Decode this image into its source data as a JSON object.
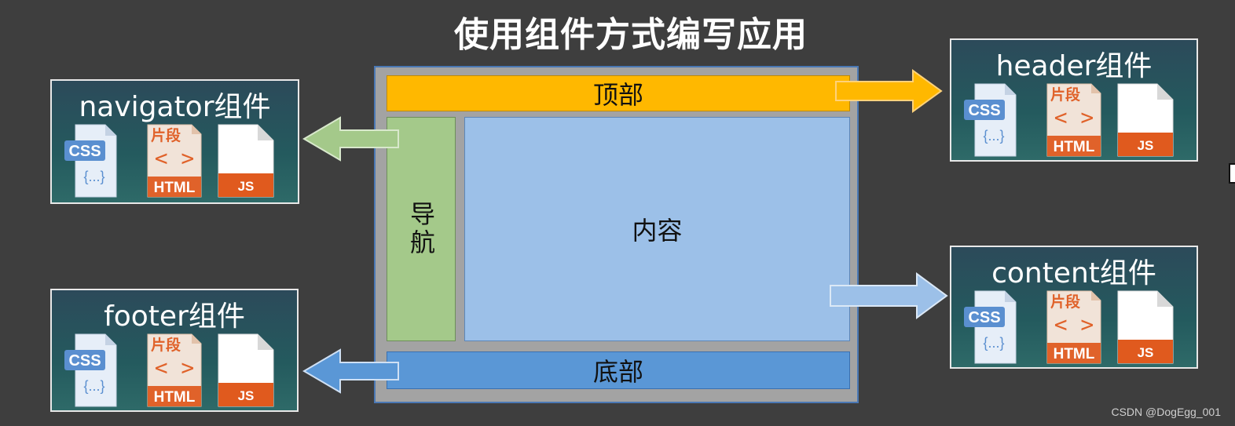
{
  "title": "使用组件方式编写应用",
  "layout": {
    "top": "顶部",
    "nav": "导航",
    "content": "内容",
    "bottom": "底部"
  },
  "cards": {
    "navigator": "navigator组件",
    "header": "header组件",
    "footer": "footer组件",
    "content": "content组件"
  },
  "file_icons": {
    "css": "CSS",
    "css_body": "{...}",
    "html_tag": "片段",
    "html_glyph": "< >",
    "html": "HTML",
    "js": "JS"
  },
  "watermark": "CSDN @DogEgg_001",
  "colors": {
    "top": "#ffb800",
    "nav": "#a4c98a",
    "content": "#9cc0e8",
    "bottom": "#5a97d6",
    "background": "#3e3e3e"
  }
}
